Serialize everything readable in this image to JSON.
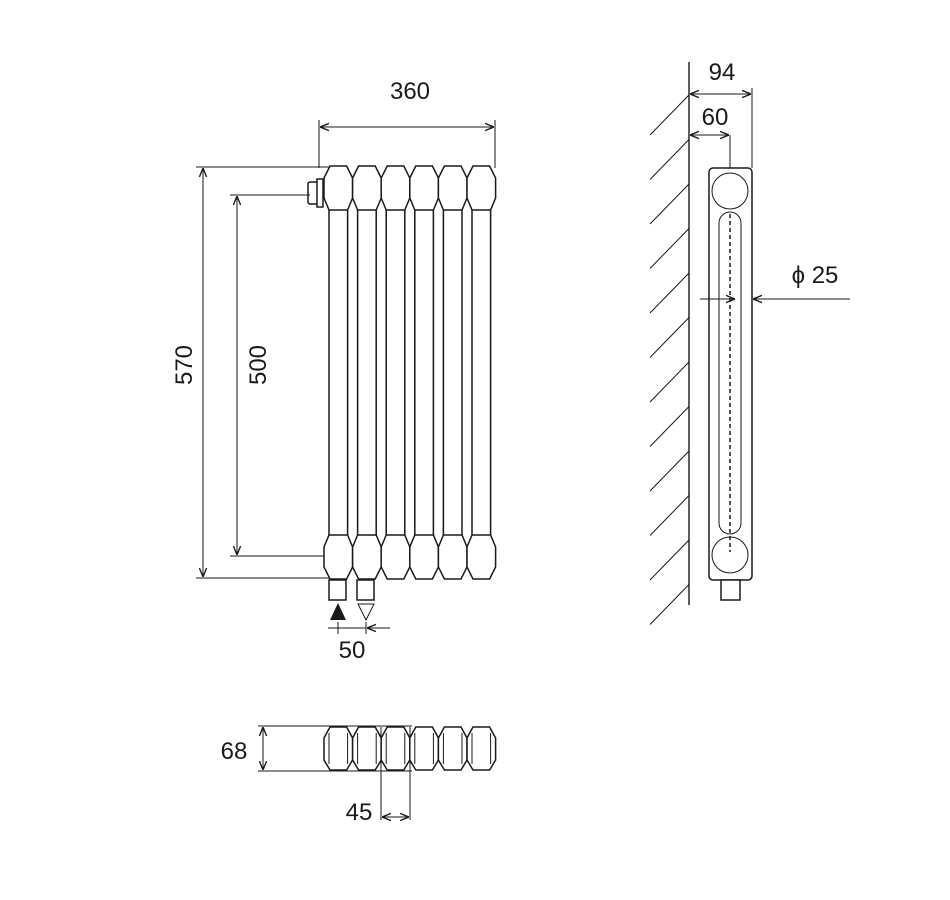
{
  "drawing": {
    "title": "Column radiator technical drawing",
    "sections": 6,
    "front_view": {
      "width_label": "360",
      "height_label": "570",
      "connection_centers_label": "500",
      "connection_spacing_label": "50"
    },
    "side_view": {
      "depth_label": "94",
      "wall_to_center_label": "60",
      "pipe_diameter_label": "ϕ 25"
    },
    "bottom_view": {
      "depth_label": "68",
      "section_pitch_label": "45"
    },
    "colors": {
      "line": "#1a1a1a",
      "background": "#ffffff"
    }
  }
}
